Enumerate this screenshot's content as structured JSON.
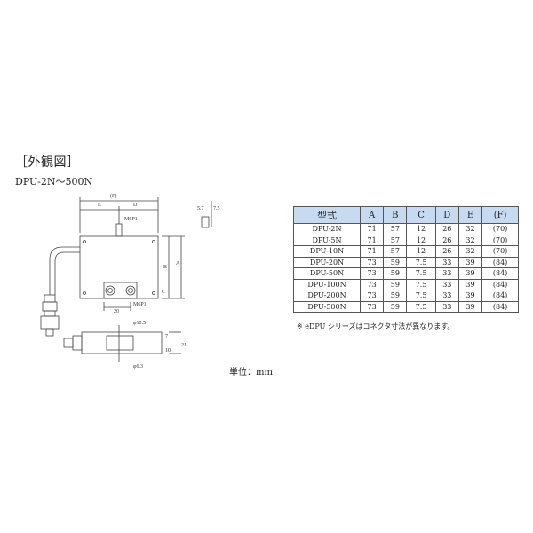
{
  "section_title": "［外観図］",
  "model_title": "DPU-2N～500N",
  "drawing": {
    "labels": {
      "f": "(F)",
      "e": "E",
      "d": "D",
      "m6p1_top": "M6P1",
      "b": "B",
      "a": "A",
      "c": "C",
      "twenty": "20",
      "m6p1_bottom": "M6P1",
      "phi_10_5": "φ10.5",
      "phi_6_3": "φ6.3",
      "seven": "7",
      "ten": "10",
      "twenty_one": "21",
      "five_seven": "5.7",
      "seven_five": "7.5"
    }
  },
  "unit_note": "単位：mm",
  "spec_table": {
    "headers": [
      "型式",
      "A",
      "B",
      "C",
      "D",
      "E",
      "(F)"
    ],
    "rows": [
      [
        "DPU-2N",
        "71",
        "57",
        "12",
        "26",
        "32",
        "(70)"
      ],
      [
        "DPU-5N",
        "71",
        "57",
        "12",
        "26",
        "32",
        "(70)"
      ],
      [
        "DPU-10N",
        "71",
        "57",
        "12",
        "26",
        "32",
        "(70)"
      ],
      [
        "DPU-20N",
        "73",
        "59",
        "7.5",
        "33",
        "39",
        "(84)"
      ],
      [
        "DPU-50N",
        "73",
        "59",
        "7.5",
        "33",
        "39",
        "(84)"
      ],
      [
        "DPU-100N",
        "73",
        "59",
        "7.5",
        "33",
        "39",
        "(84)"
      ],
      [
        "DPU-200N",
        "73",
        "59",
        "7.5",
        "33",
        "39",
        "(84)"
      ],
      [
        "DPU-500N",
        "73",
        "59",
        "7.5",
        "33",
        "39",
        "(84)"
      ]
    ],
    "header_color": "#c8daf0"
  },
  "footnote": "※ eDPU シリーズはコネクタ寸法が異なります。"
}
